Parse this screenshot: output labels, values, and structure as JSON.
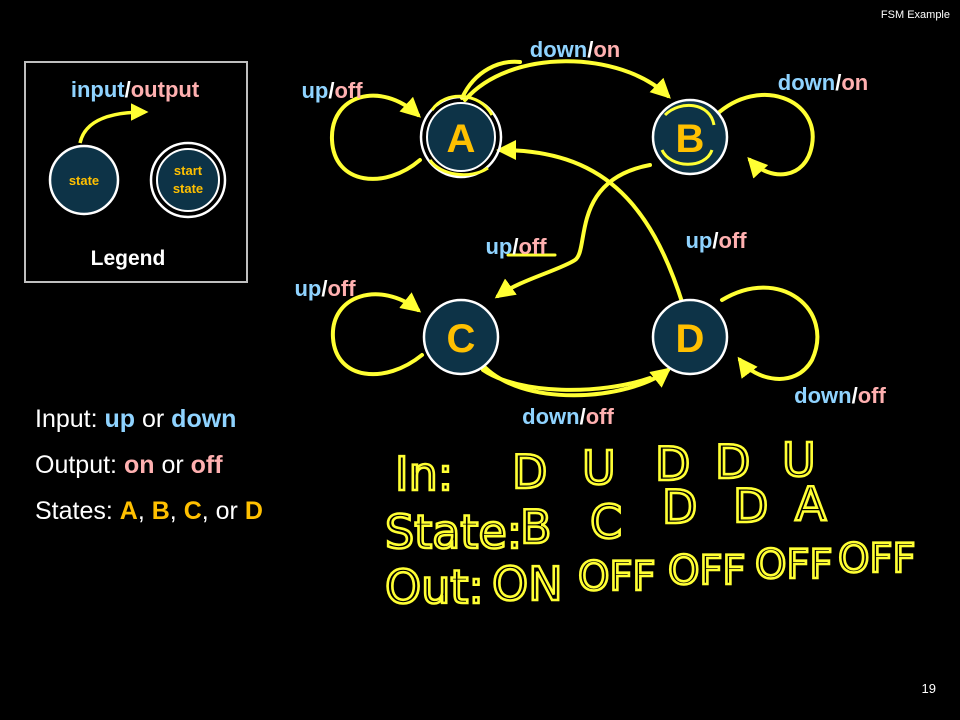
{
  "header": "FSM Example",
  "page_number": "19",
  "colors": {
    "input": "#8fd3ff",
    "output": "#ffb0b0",
    "state_fill": "#0d3347",
    "state_text": "#ffc000",
    "ink": "#ffff33"
  },
  "legend": {
    "input": "input",
    "slash": "/",
    "output": "output",
    "state": "state",
    "start_line1": "start",
    "start_line2": "state",
    "title": "Legend"
  },
  "states": [
    "A",
    "B",
    "C",
    "D"
  ],
  "transitions": {
    "a_to_b": {
      "input": "down",
      "output": "on"
    },
    "a_self": {
      "input": "up",
      "output": "off"
    },
    "b_self": {
      "input": "down",
      "output": "on"
    },
    "b_to_c": {
      "input": "up",
      "output": "off"
    },
    "d_to_a": {
      "input": "up",
      "output": "off"
    },
    "c_self": {
      "input": "up",
      "output": "off"
    },
    "d_self": {
      "input": "down",
      "output": "off"
    },
    "c_to_d": {
      "input": "down",
      "output": "off"
    }
  },
  "info": {
    "input_label": "Input: ",
    "input_a": "up",
    "or1": " or ",
    "input_b": "down",
    "output_label": "Output: ",
    "output_a": "on",
    "or2": " or ",
    "output_b": "off",
    "states_label": "States: ",
    "sA": "A",
    "c1": ", ",
    "sB": "B",
    "c2": ", ",
    "sC": "C",
    "c3": ", or ",
    "sD": "D"
  },
  "handwriting": {
    "in_label": "In:",
    "in_values": [
      "D",
      "U",
      "D",
      "D",
      "U"
    ],
    "state_label": "State:",
    "state_values": [
      "B",
      "C",
      "D",
      "D",
      "A"
    ],
    "out_label": "Out:",
    "out_values": [
      "ON",
      "OFF",
      "OFF",
      "OFF",
      "OFF"
    ]
  }
}
